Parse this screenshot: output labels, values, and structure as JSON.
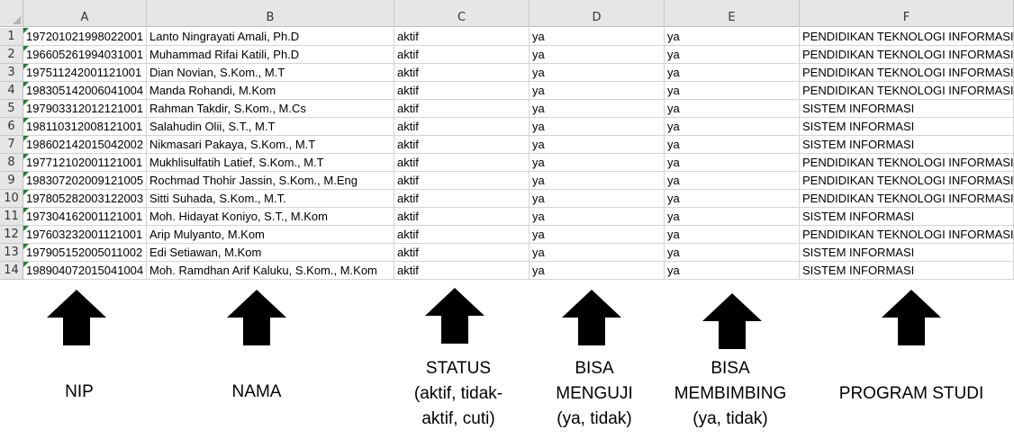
{
  "columns": [
    "A",
    "B",
    "C",
    "D",
    "E",
    "F"
  ],
  "rows": [
    {
      "num": "1",
      "nip": "197201021998022001",
      "nama": "Lanto Ningrayati Amali, Ph.D",
      "status": "aktif",
      "menguji": "ya",
      "membimbing": "ya",
      "prodi": "PENDIDIKAN TEKNOLOGI INFORMASI"
    },
    {
      "num": "2",
      "nip": "196605261994031001",
      "nama": "Muhammad Rifai Katili, Ph.D",
      "status": "aktif",
      "menguji": "ya",
      "membimbing": "ya",
      "prodi": "PENDIDIKAN TEKNOLOGI INFORMASI"
    },
    {
      "num": "3",
      "nip": "197511242001121001",
      "nama": "Dian Novian, S.Kom., M.T",
      "status": "aktif",
      "menguji": "ya",
      "membimbing": "ya",
      "prodi": "PENDIDIKAN TEKNOLOGI INFORMASI"
    },
    {
      "num": "4",
      "nip": "198305142006041004",
      "nama": "Manda Rohandi, M.Kom",
      "status": "aktif",
      "menguji": "ya",
      "membimbing": "ya",
      "prodi": "PENDIDIKAN TEKNOLOGI INFORMASI"
    },
    {
      "num": "5",
      "nip": "197903312012121001",
      "nama": "Rahman Takdir, S.Kom., M.Cs",
      "status": "aktif",
      "menguji": "ya",
      "membimbing": "ya",
      "prodi": "SISTEM INFORMASI"
    },
    {
      "num": "6",
      "nip": "198110312008121001",
      "nama": "Salahudin Olii, S.T., M.T",
      "status": "aktif",
      "menguji": "ya",
      "membimbing": "ya",
      "prodi": "SISTEM INFORMASI"
    },
    {
      "num": "7",
      "nip": "198602142015042002",
      "nama": "Nikmasari Pakaya, S.Kom., M.T",
      "status": "aktif",
      "menguji": "ya",
      "membimbing": "ya",
      "prodi": "SISTEM INFORMASI"
    },
    {
      "num": "8",
      "nip": "197712102001121001",
      "nama": "Mukhlisulfatih Latief, S.Kom., M.T",
      "status": "aktif",
      "menguji": "ya",
      "membimbing": "ya",
      "prodi": "PENDIDIKAN TEKNOLOGI INFORMASI"
    },
    {
      "num": "9",
      "nip": "198307202009121005",
      "nama": "Rochmad Thohir Jassin, S.Kom., M.Eng",
      "status": "aktif",
      "menguji": "ya",
      "membimbing": "ya",
      "prodi": "PENDIDIKAN TEKNOLOGI INFORMASI"
    },
    {
      "num": "10",
      "nip": "197805282003122003",
      "nama": "Sitti Suhada, S.Kom., M.T.",
      "status": "aktif",
      "menguji": "ya",
      "membimbing": "ya",
      "prodi": "PENDIDIKAN TEKNOLOGI INFORMASI"
    },
    {
      "num": "11",
      "nip": "197304162001121001",
      "nama": "Moh. Hidayat Koniyo, S.T., M.Kom",
      "status": "aktif",
      "menguji": "ya",
      "membimbing": "ya",
      "prodi": "SISTEM INFORMASI"
    },
    {
      "num": "12",
      "nip": "197603232001121001",
      "nama": "Arip Mulyanto, M.Kom",
      "status": "aktif",
      "menguji": "ya",
      "membimbing": "ya",
      "prodi": "PENDIDIKAN TEKNOLOGI INFORMASI"
    },
    {
      "num": "13",
      "nip": "197905152005011002",
      "nama": "Edi Setiawan, M.Kom",
      "status": "aktif",
      "menguji": "ya",
      "membimbing": "ya",
      "prodi": "SISTEM INFORMASI"
    },
    {
      "num": "14",
      "nip": "198904072015041004",
      "nama": "Moh. Ramdhan Arif Kaluku, S.Kom., M.Kom",
      "status": "aktif",
      "menguji": "ya",
      "membimbing": "ya",
      "prodi": "SISTEM INFORMASI"
    }
  ],
  "annotations": {
    "nip": [
      "NIP"
    ],
    "nama": [
      "NAMA"
    ],
    "status": [
      "STATUS",
      "(aktif, tidak-",
      "aktif, cuti)"
    ],
    "menguji": [
      "BISA",
      "MENGUJI",
      "(ya, tidak)"
    ],
    "membimbing": [
      "BISA",
      "MEMBIMBING",
      "(ya, tidak)"
    ],
    "prodi": [
      "PROGRAM STUDI"
    ]
  }
}
